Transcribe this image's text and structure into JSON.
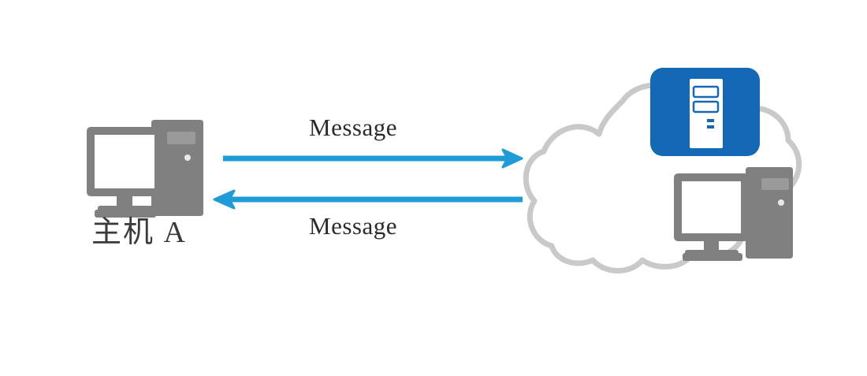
{
  "diagram": {
    "title": "Host A exchanging messages with network cloud",
    "background_color": "#ffffff",
    "nodes": [
      {
        "id": "host-a",
        "label": "主机 A",
        "icon": "desktop-computer-icon",
        "color": "#808080",
        "position": "left"
      },
      {
        "id": "network-cloud",
        "label": "",
        "icon": "cloud-icon",
        "color": "#c9c9c9",
        "position": "right"
      },
      {
        "id": "cloud-server",
        "label": "",
        "icon": "server-icon",
        "color": "#1568b5",
        "position": "cloud-top"
      },
      {
        "id": "cloud-host",
        "label": "",
        "icon": "desktop-computer-icon",
        "color": "#808080",
        "position": "cloud-bottom-right"
      }
    ],
    "arrows": [
      {
        "id": "arrow-outbound",
        "label": "Message",
        "direction": "right",
        "color": "#1f9bd8",
        "from": "host-a",
        "to": "network-cloud"
      },
      {
        "id": "arrow-inbound",
        "label": "Message",
        "direction": "left",
        "color": "#1f9bd8",
        "from": "network-cloud",
        "to": "host-a"
      }
    ],
    "labels": {
      "host_a": "主机 A",
      "message_top": "Message",
      "message_bottom": "Message"
    },
    "colors": {
      "arrow_blue": "#1f9bd8",
      "server_blue": "#1568b5",
      "device_gray": "#808080",
      "cloud_gray": "#c9c9c9",
      "text_dark": "#2b2b2b",
      "screen_white": "#ffffff"
    }
  }
}
